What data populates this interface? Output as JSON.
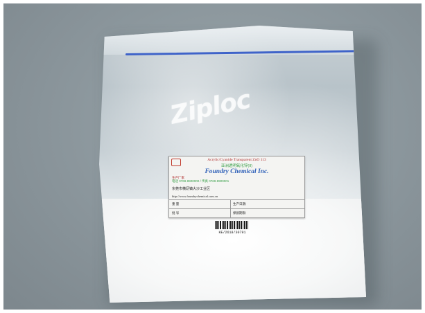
{
  "photo": {
    "bag_brand": "Ziploc",
    "label": {
      "product_en": "Acrylic/Cyanide Transparent ZnO 113",
      "product_cn": "亚洲透明氧化锌(II)",
      "company": "Foundry Chemical Inc.",
      "red_note": "生产厂家",
      "green_note": "电话 0769-8900000 / 传真 0769-8900001",
      "address": "东莞市横沥镇大沙工业区",
      "url": "http://www.foundrychemical.com.cn",
      "field_1": "重  量",
      "field_2": "生产日期:",
      "field_3": "批  号",
      "field_4": "保质期限:"
    },
    "barcode_number": "KE/2618/30791"
  },
  "colors": {
    "zip_line": "#3f63c9",
    "company_blue": "#2d5fb8",
    "backdrop": "#8a959b"
  }
}
